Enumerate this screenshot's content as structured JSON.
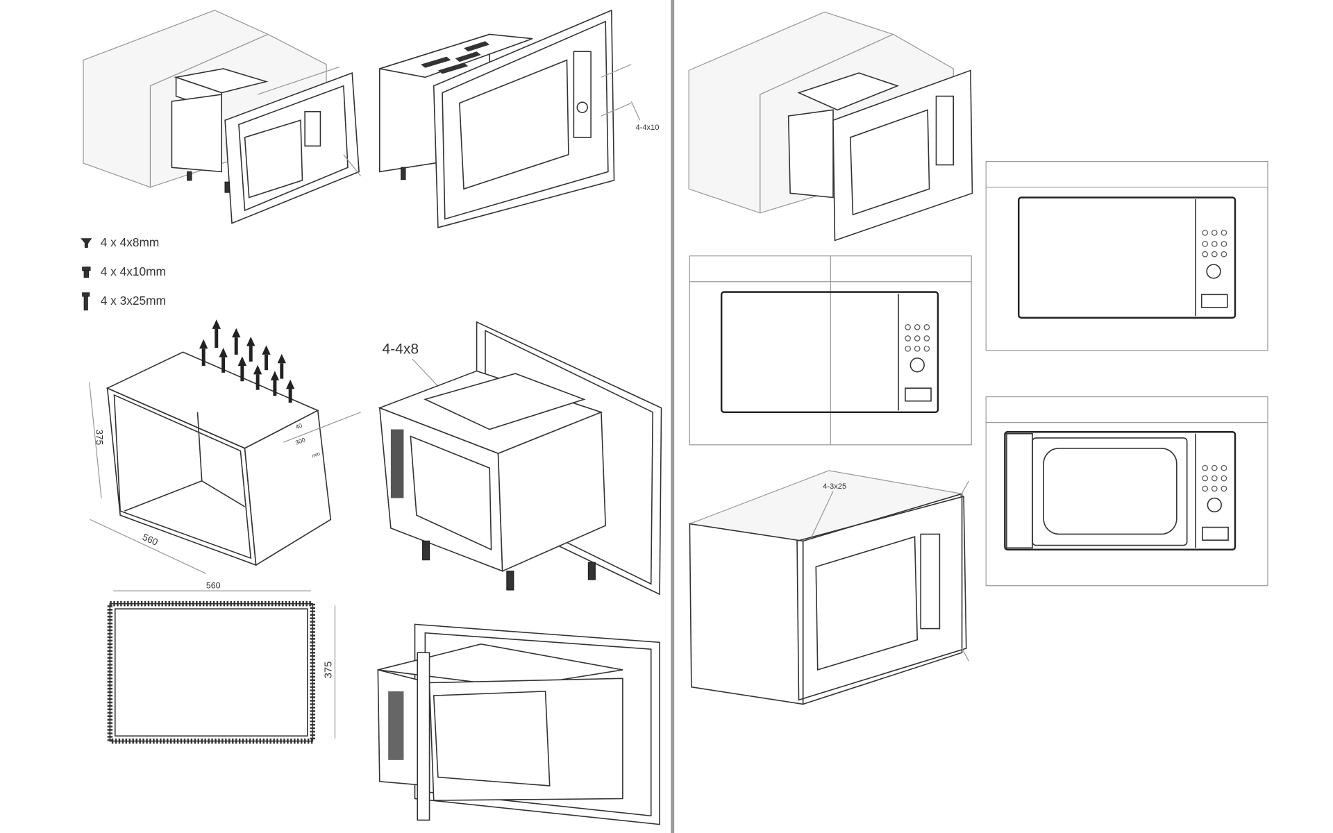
{
  "legend": {
    "items": [
      {
        "icon": "countersunk-screw-icon",
        "label": "4 x 4x8mm"
      },
      {
        "icon": "pan-head-screw-icon",
        "label": "4 x 4x10mm"
      },
      {
        "icon": "long-screw-icon",
        "label": "4 x 3x25mm"
      }
    ]
  },
  "labels": {
    "screw_4x10": "4-4x10",
    "screw_4x8": "4-4x8",
    "screw_3x25": "4-3x25"
  },
  "dimensions": {
    "cabinet_height": "375",
    "cabinet_width": "560",
    "cabinet_width_2": "560",
    "depth_small": "40",
    "depth_mid": "300",
    "depth_min": "min",
    "cutout_width": "560",
    "cutout_height": "375"
  },
  "colors": {
    "line": "#333333",
    "divider": "#999999"
  }
}
